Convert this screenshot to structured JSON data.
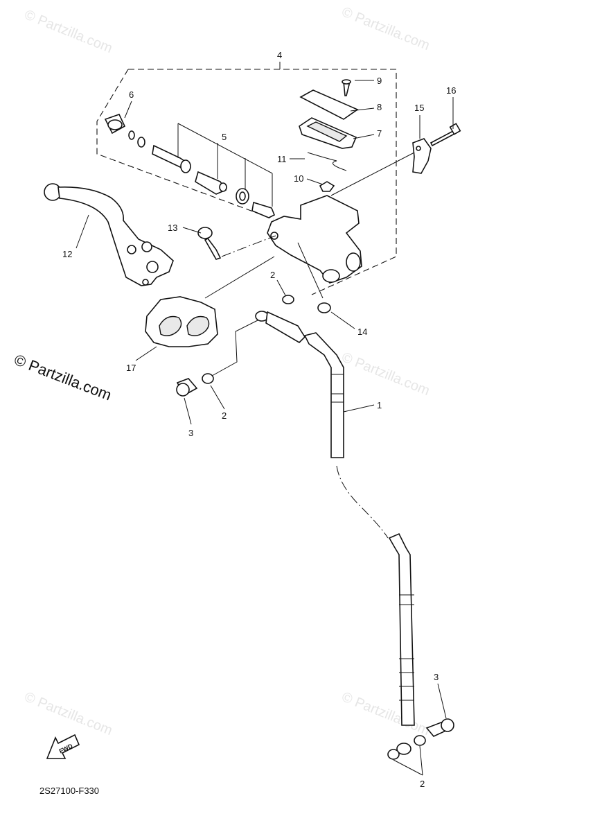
{
  "watermark": "© Partzilla.com",
  "copyright": "© Partzilla.com",
  "diagram_code": "2S27100-F330",
  "fwd_label": "FWD",
  "callouts": {
    "c1": "1",
    "c2a": "2",
    "c2b": "2",
    "c2c": "2",
    "c3a": "3",
    "c3b": "3",
    "c4": "4",
    "c5": "5",
    "c6": "6",
    "c7": "7",
    "c8": "8",
    "c9": "9",
    "c10": "10",
    "c11": "11",
    "c12": "12",
    "c13": "13",
    "c14": "14",
    "c15": "15",
    "c16": "16",
    "c17": "17"
  }
}
